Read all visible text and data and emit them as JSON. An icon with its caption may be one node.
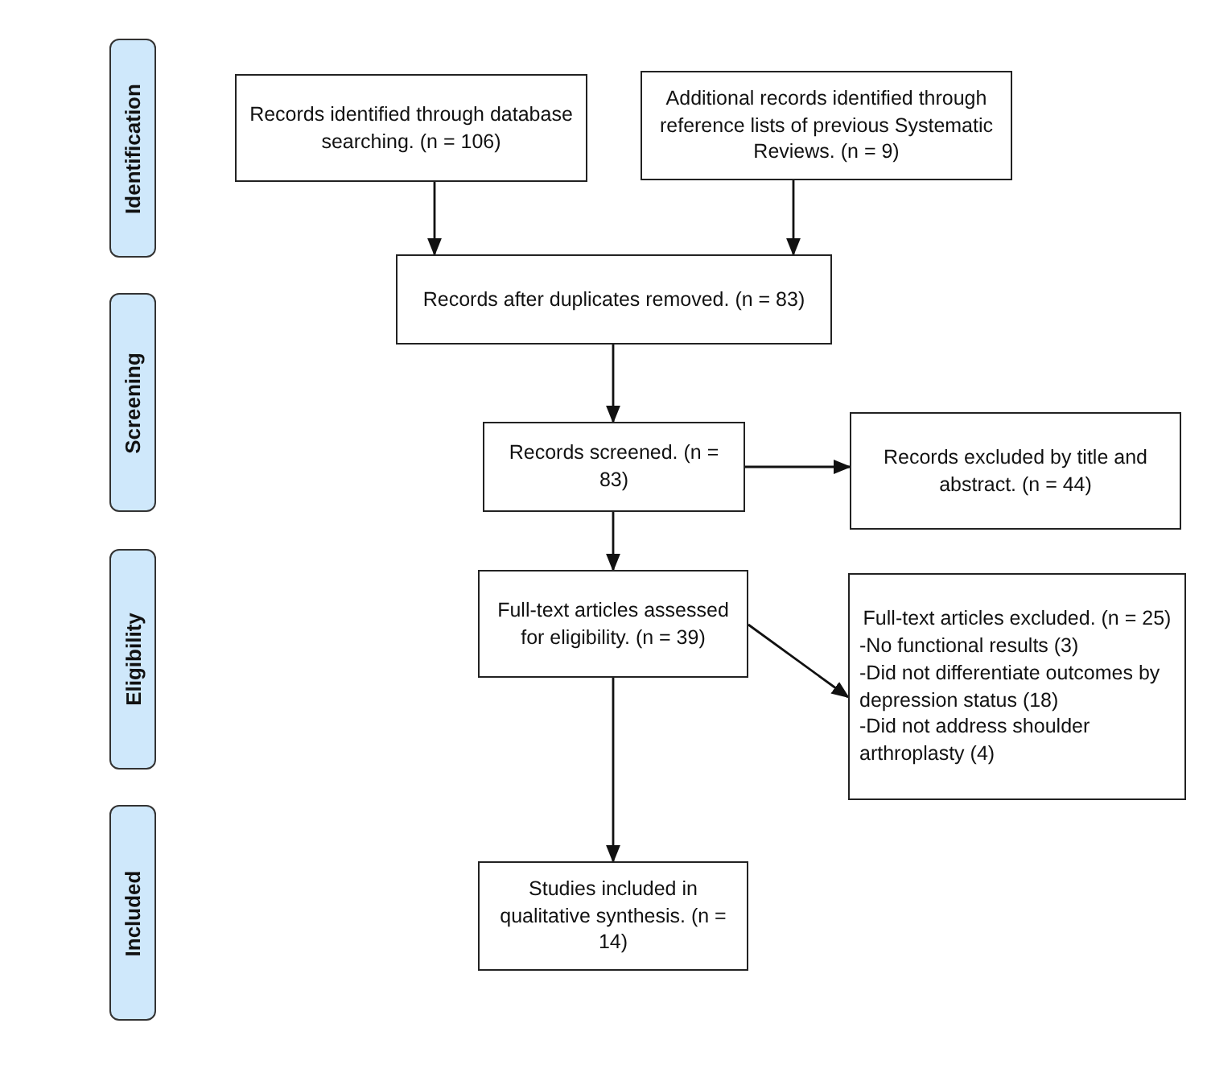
{
  "diagram": {
    "nodes": [
      {
        "text": [
          "Identification"
        ]
      },
      {
        "text": [
          "Screening"
        ]
      },
      {
        "text": [
          "Eligibility"
        ]
      },
      {
        "text": [
          "Included"
        ]
      },
      {
        "text": [
          "Records identified through database searching. (n = 106)"
        ]
      },
      {
        "text": [
          "Additional records identified through reference lists of previous Systematic Reviews. (n = 9)"
        ]
      },
      {
        "text": [
          "Records after duplicates removed. (n = 83)"
        ]
      },
      {
        "text": [
          "Records screened. (n = 83)"
        ]
      },
      {
        "text": [
          "Records excluded by title and abstract. (n = 44)"
        ]
      },
      {
        "text": [
          "Full-text articles assessed for eligibility. (n = 39)"
        ]
      },
      {
        "text": [
          "Full-text articles excluded. (n = 25)",
          "-No functional results (3)",
          "-Did not differentiate outcomes by depression status (18)",
          "-Did not address shoulder arthroplasty (4)"
        ]
      },
      {
        "text": [
          "Studies included in qualitative synthesis. (n = 14)"
        ]
      }
    ],
    "edges": [
      {
        "from": 4,
        "to": 6,
        "arrow": "to"
      },
      {
        "from": 5,
        "to": 6,
        "arrow": "to"
      },
      {
        "from": 6,
        "to": 7,
        "arrow": "to"
      },
      {
        "from": 7,
        "to": 8,
        "arrow": "to"
      },
      {
        "from": 7,
        "to": 9,
        "arrow": "to"
      },
      {
        "from": 9,
        "to": 10,
        "arrow": "to"
      },
      {
        "from": 9,
        "to": 11,
        "arrow": "to"
      }
    ]
  }
}
